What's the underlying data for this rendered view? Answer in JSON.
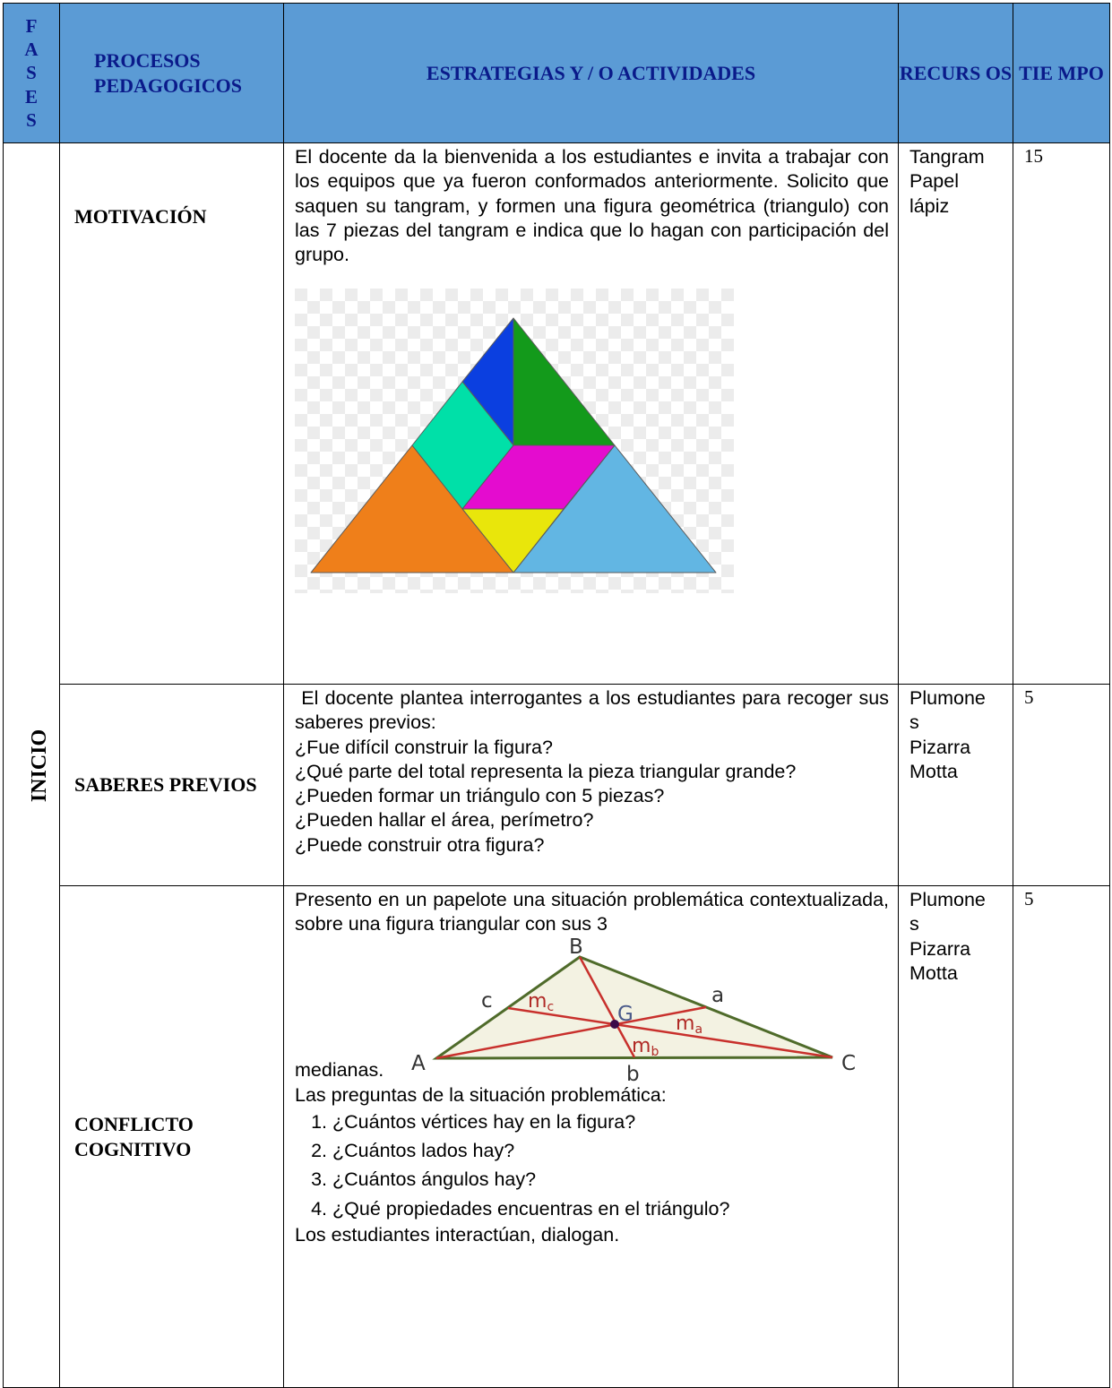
{
  "header": {
    "fases_letters": [
      "F",
      "A",
      "S",
      "E",
      "S"
    ],
    "procesos": "PROCESOS PEDAGOGICOS",
    "estrategias": "ESTRATEGIAS Y / O ACTIVIDADES",
    "recursos": "RECURS OS",
    "tiempo": "TIE MPO"
  },
  "phase": "INICIO",
  "rows": [
    {
      "proceso": "MOTIVACIÓN",
      "actividad": "El docente da la bienvenida a los estudiantes e invita a trabajar con los equipos que ya fueron conformados anteriormente. Solicito que saquen su tangram, y formen una figura geométrica (triangulo) con las 7 piezas del tangram e indica que lo hagan con participación del grupo.",
      "recursos": [
        "Tangram",
        "Papel",
        "lápiz"
      ],
      "tiempo": "15"
    },
    {
      "proceso": "SABERES PREVIOS",
      "actividad_lines": [
        " El docente plantea interrogantes a los estudiantes para recoger sus saberes previos:",
        "¿Fue difícil construir la figura?",
        "¿Qué parte del total representa la pieza triangular grande?",
        "¿Pueden formar un triángulo con 5 piezas?",
        "¿Pueden hallar el área, perímetro?",
        "¿Puede construir otra figura?"
      ],
      "recursos": [
        "Plumone",
        "s",
        "Pizarra",
        "Motta"
      ],
      "tiempo": "5"
    },
    {
      "proceso": "CONFLICTO COGNITIVO",
      "actividad_intro": "Presento en un papelote una situación problemática contextualizada, sobre una figura triangular con sus 3",
      "actividad_medianas": "medianas.",
      "preguntas_intro": "Las preguntas de la situación problemática:",
      "preguntas": [
        "¿Cuántos vértices hay en la figura?",
        "¿Cuántos lados hay?",
        "¿Cuántos ángulos hay?",
        "¿Qué propiedades encuentras en el triángulo?"
      ],
      "cierre": "Los estudiantes interactúan, dialogan.",
      "recursos": [
        "Plumone",
        "s",
        "Pizarra",
        "Motta"
      ],
      "tiempo": "5"
    }
  ],
  "median_figure": {
    "vertices": [
      "A",
      "B",
      "C"
    ],
    "midpoints": [
      "a",
      "b",
      "c"
    ],
    "centroid": "G",
    "medians": [
      "m",
      "m",
      "m"
    ],
    "median_subscripts": [
      "a",
      "b",
      "c"
    ]
  },
  "colors": {
    "header_bg": "#5b9bd5",
    "header_text": "#0a1a8a",
    "tangram_orange": "#ef7f1a",
    "tangram_lightblue": "#62b6e3",
    "tangram_green": "#139a1b",
    "tangram_blue": "#0b3fe0",
    "tangram_teal": "#00e0a8",
    "tangram_magenta": "#e40ccf",
    "tangram_yellow": "#e9e60b",
    "median_red": "#c8302c",
    "triangle_green": "#4f6b2a"
  }
}
